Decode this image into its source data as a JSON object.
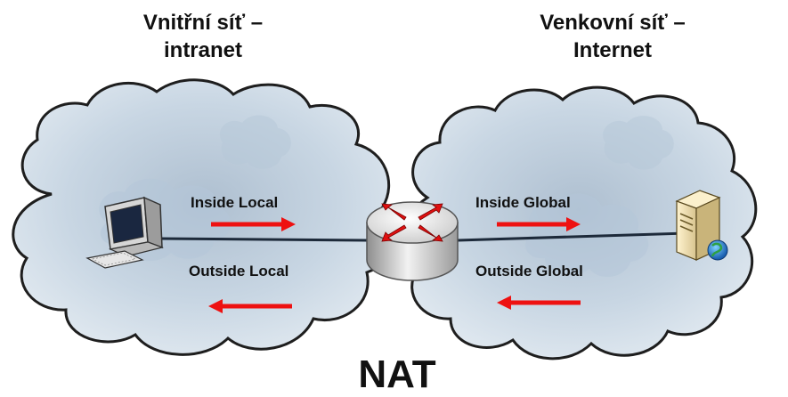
{
  "inside_network": {
    "line1": "Vnitřní síť –",
    "line2": "intranet"
  },
  "outside_network": {
    "line1": "Venkovní síť –",
    "line2": "Internet"
  },
  "labels": {
    "inside_local": "Inside Local",
    "outside_local": "Outside Local",
    "inside_global": "Inside Global",
    "outside_global": "Outside Global"
  },
  "title": "NAT",
  "colors": {
    "arrow": "#ee1111",
    "cloud_edge": "#1e1e1e",
    "cloud_fill": "#c9d7e4",
    "link": "#1d2a3a"
  }
}
